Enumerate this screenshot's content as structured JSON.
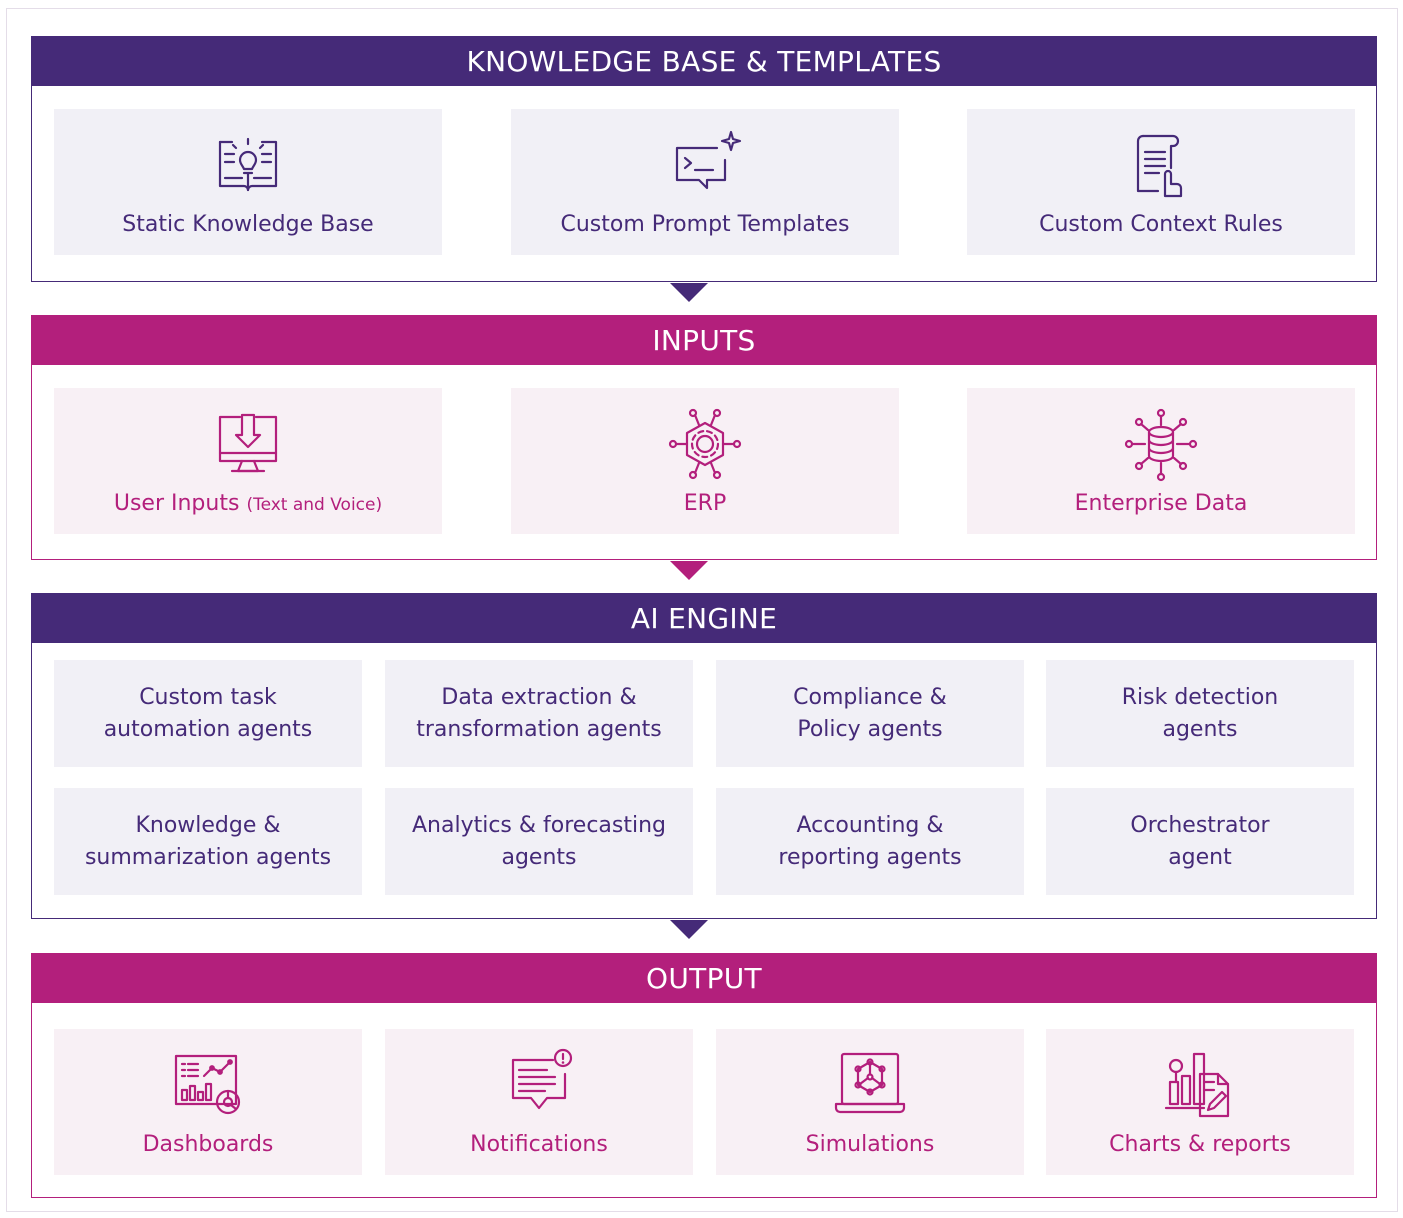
{
  "sections": {
    "knowledge": {
      "title": "KNOWLEDGE BASE & TEMPLATES",
      "items": [
        {
          "label": "Static Knowledge Base",
          "icon": "book-lightbulb-icon"
        },
        {
          "label": "Custom Prompt Templates",
          "icon": "prompt-chat-icon"
        },
        {
          "label": "Custom Context Rules",
          "icon": "document-hand-icon"
        }
      ]
    },
    "inputs": {
      "title": "INPUTS",
      "items": [
        {
          "label": "User Inputs",
          "label_note": "(Text and Voice)",
          "icon": "monitor-download-icon"
        },
        {
          "label": "ERP",
          "icon": "gear-network-icon"
        },
        {
          "label": "Enterprise Data",
          "icon": "database-network-icon"
        }
      ]
    },
    "engine": {
      "title": "AI ENGINE",
      "agents": [
        {
          "line1": "Custom task",
          "line2": "automation agents"
        },
        {
          "line1": "Data extraction &",
          "line2": "transformation agents"
        },
        {
          "line1": "Compliance &",
          "line2": "Policy agents"
        },
        {
          "line1": "Risk detection",
          "line2": "agents"
        },
        {
          "line1": "Knowledge &",
          "line2": "summarization agents"
        },
        {
          "line1": "Analytics & forecasting",
          "line2": "agents"
        },
        {
          "line1": "Accounting &",
          "line2": "reporting agents"
        },
        {
          "line1": "Orchestrator",
          "line2": "agent"
        }
      ]
    },
    "output": {
      "title": "OUTPUT",
      "items": [
        {
          "label": "Dashboards",
          "icon": "dashboard-icon"
        },
        {
          "label": "Notifications",
          "icon": "notification-icon"
        },
        {
          "label": "Simulations",
          "icon": "simulation-icon"
        },
        {
          "label": "Charts & reports",
          "icon": "charts-report-icon"
        }
      ]
    }
  },
  "colors": {
    "purple": "#452a78",
    "magenta": "#b31f7c",
    "purple_card": "#f1f0f6",
    "magenta_card": "#f8f0f5"
  }
}
